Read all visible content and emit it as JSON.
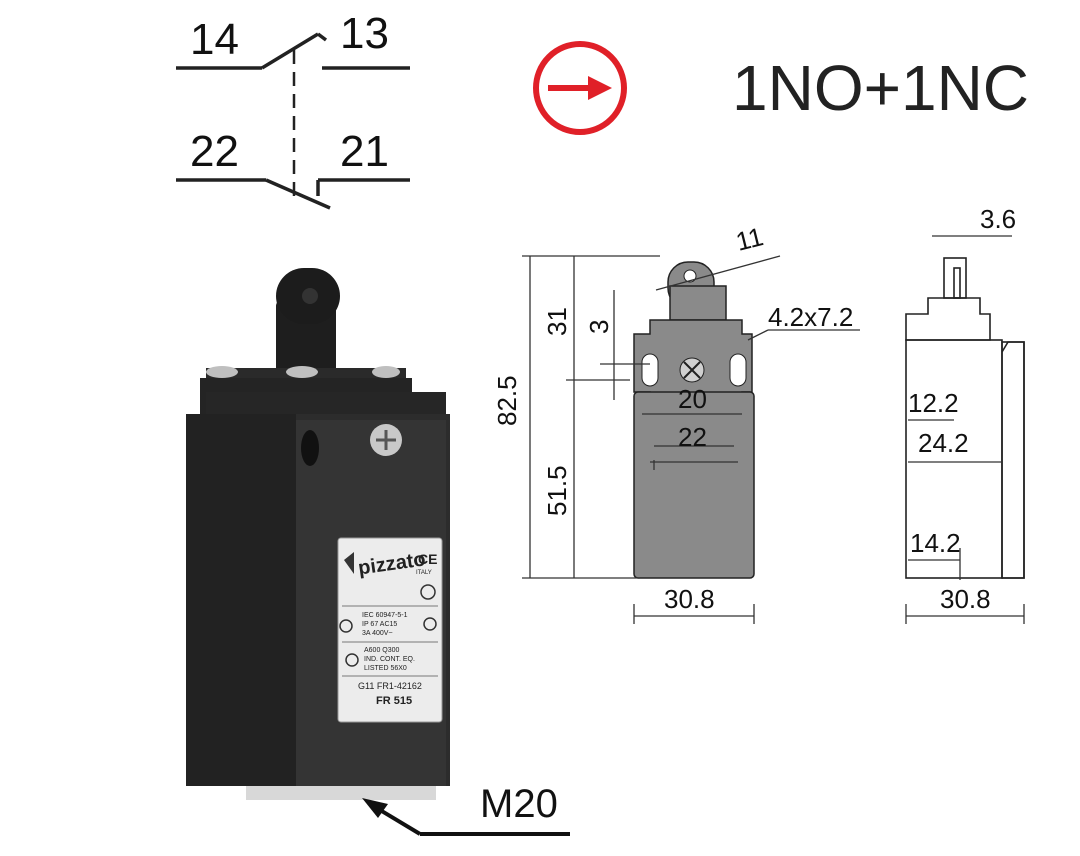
{
  "contact": {
    "no_left": "14",
    "no_right": "13",
    "nc_left": "22",
    "nc_right": "21",
    "config": "1NO+1NC"
  },
  "product": {
    "brand": "pizzato",
    "country": "ITALY",
    "ce_mark": "CE",
    "spec_lines": [
      "IEC 60947-5-1",
      "IP 67   AC15",
      "3A  400V~"
    ],
    "ul_lines": [
      "A600  Q300",
      "IND. CONT. EQ.",
      "LISTED 56X0"
    ],
    "code_line": "G11 FR1-42162",
    "model": "FR 515",
    "thread": "M20"
  },
  "dimensions": {
    "overall_height": "82.5",
    "actuator_height": "31",
    "body_height": "51.5",
    "slot_offset": "3",
    "roller_diameter": "11",
    "slot_size": "4.2x7.2",
    "hole_spacing": "20",
    "hole_outer": "22",
    "width_front": "30.8",
    "actuator_width": "3.6",
    "side_12": "12.2",
    "side_24": "24.2",
    "side_14": "14.2",
    "width_side": "30.8"
  },
  "colors": {
    "body": "#2b2b2b",
    "drawing_gray": "#8a8a8a",
    "accent_red": "#e02028",
    "line": "#222222"
  }
}
